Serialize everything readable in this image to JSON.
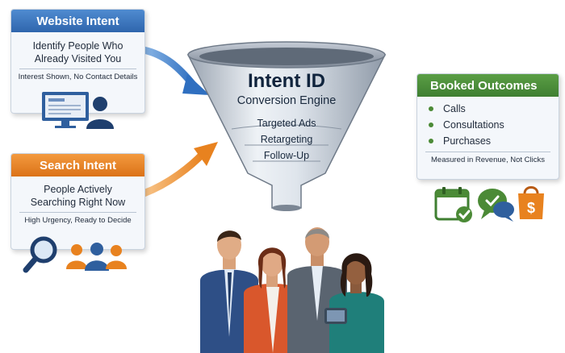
{
  "website_card": {
    "title": "Website Intent",
    "headline_line1": "Identify People Who",
    "headline_line2": "Already Visited You",
    "note": "Interest Shown, No Contact Details",
    "icons": [
      "monitor-icon",
      "person-icon"
    ],
    "accent": "#3a74bd"
  },
  "search_card": {
    "title": "Search Intent",
    "headline_line1": "People Actively",
    "headline_line2": "Searching Right Now",
    "note": "High Urgency, Ready to Decide",
    "icons": [
      "magnifier-icon",
      "people-group-icon"
    ],
    "accent": "#e8821f"
  },
  "funnel": {
    "title": "Intent ID",
    "subtitle": "Conversion Engine",
    "items": [
      "Targeted Ads",
      "Retargeting",
      "Follow-Up"
    ]
  },
  "booked_card": {
    "title": "Booked Outcomes",
    "items": [
      "Calls",
      "Consultations",
      "Purchases"
    ],
    "note": "Measured in Revenue, Not Clicks",
    "icons": [
      "calendar-check-icon",
      "chat-icon",
      "shopping-bag-icon"
    ],
    "accent": "#4b8a36"
  },
  "team_illustration": "people-group-illustration"
}
